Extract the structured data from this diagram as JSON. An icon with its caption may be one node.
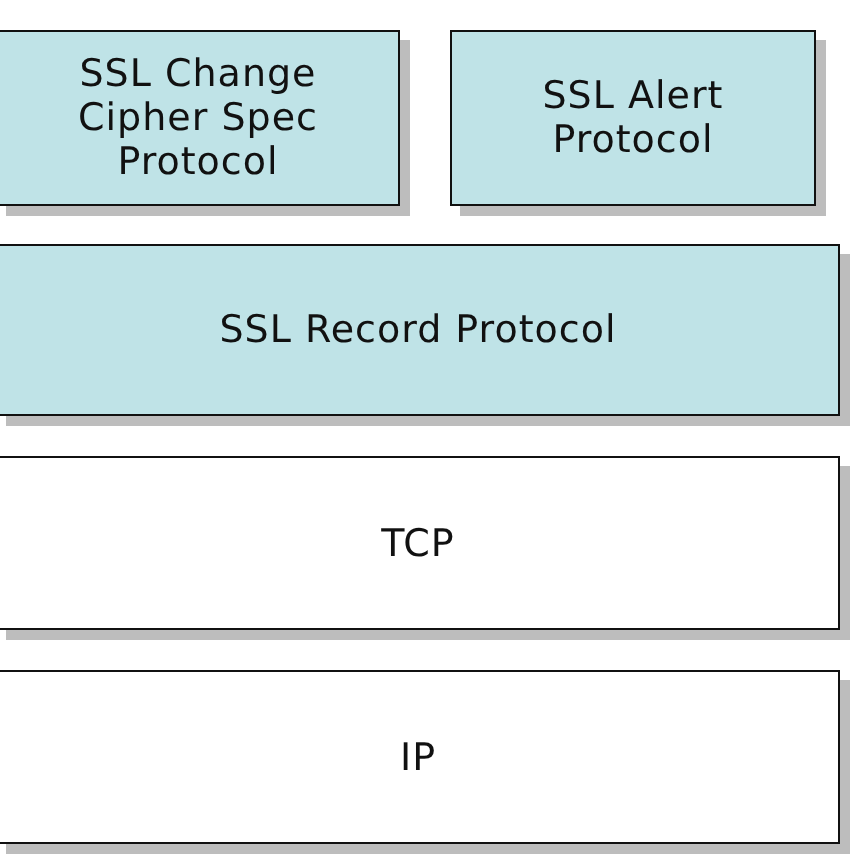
{
  "diagram": {
    "nodes": [
      {
        "text": [
          "SSL Change Cipher Spec Protocol"
        ]
      },
      {
        "text": [
          "SSL Alert Protocol"
        ]
      },
      {
        "text": [
          "SSL Record Protocol"
        ]
      },
      {
        "text": [
          "TCP"
        ]
      },
      {
        "text": [
          "IP"
        ]
      }
    ]
  }
}
